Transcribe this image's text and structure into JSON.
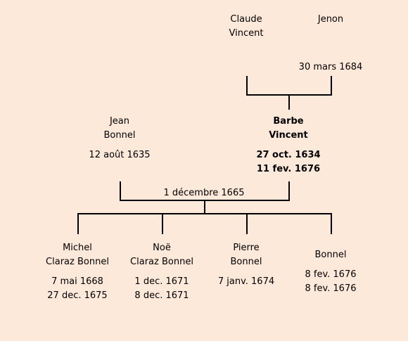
{
  "people": [
    {
      "id": "claude-vincent",
      "name": [
        "Claude",
        "Vincent"
      ],
      "dates": [],
      "bold": false
    },
    {
      "id": "jenon",
      "name": [
        "Jenon"
      ],
      "dates": [
        "30 mars 1684"
      ],
      "bold": false,
      "dates_offset": true
    },
    {
      "id": "jean-bonnel",
      "name": [
        "Jean",
        "Bonnel"
      ],
      "dates": [
        "12 août 1635"
      ],
      "bold": false
    },
    {
      "id": "barbe-vincent",
      "name": [
        "Barbe",
        "Vincent"
      ],
      "dates": [
        "27 oct. 1634",
        "11 fev. 1676"
      ],
      "bold": true
    },
    {
      "id": "michel-claraz-bonnel",
      "name": [
        "Michel",
        "Claraz Bonnel"
      ],
      "dates": [
        "7 mai 1668",
        "27 dec. 1675"
      ],
      "bold": false
    },
    {
      "id": "noe-claraz-bonnel",
      "name": [
        "Noë",
        "Claraz Bonnel"
      ],
      "dates": [
        "1 dec. 1671",
        "8 dec. 1671"
      ],
      "bold": false
    },
    {
      "id": "pierre-bonnel",
      "name": [
        "Pierre",
        "Bonnel"
      ],
      "dates": [
        "7 janv. 1674"
      ],
      "bold": false
    },
    {
      "id": "bonnel",
      "name": [
        "Bonnel"
      ],
      "dates": [
        "8 fev. 1676",
        "8 fev. 1676"
      ],
      "bold": false,
      "name_offset": true
    }
  ],
  "marriage": {
    "label": "1 décembre 1665"
  }
}
